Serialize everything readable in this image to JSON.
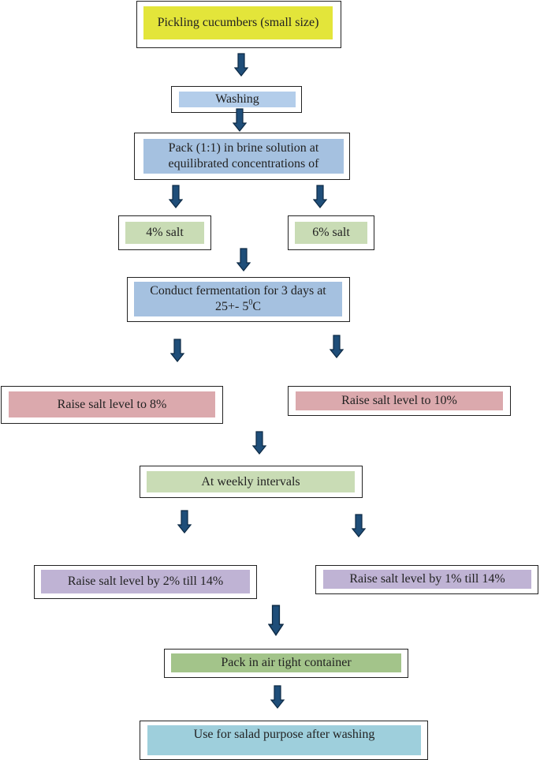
{
  "steps": {
    "cucumbers": "Pickling cucumbers (small size)",
    "washing": "Washing",
    "pack_brine": "Pack (1:1) in brine solution at equilibrated concentrations of",
    "salt_4": "4% salt",
    "salt_6": "6% salt",
    "fermentation_pre": "Conduct fermentation for 3 days at 25+- 5",
    "fermentation_sup": "0",
    "fermentation_post": "C",
    "raise_8": "Raise salt level to 8%",
    "raise_10": "Raise salt level to 10%",
    "weekly": "At weekly intervals",
    "raise_by_2": "Raise salt level by 2% till 14%",
    "raise_by_1": "Raise salt level by 1% till 14%",
    "airtight": "Pack in air tight container",
    "salad": "Use for salad purpose after washing"
  },
  "colors": {
    "arrow_fill": "#1f4e79",
    "arrow_stroke": "#0d2a45"
  }
}
